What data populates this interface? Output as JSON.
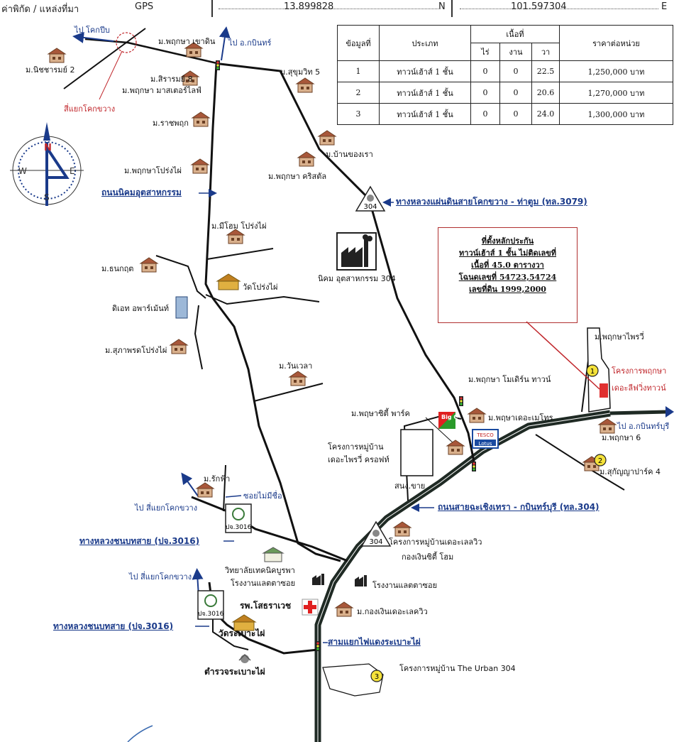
{
  "gps": {
    "label": "ค่าพิกัด / แหล่งที่มา",
    "source": "GPS",
    "lat": "13.899828",
    "lat_dir": "N",
    "lon": "101.597304",
    "lon_dir": "E"
  },
  "compass": {
    "n": "N",
    "s": "S",
    "e": "E",
    "w": "W"
  },
  "table": {
    "headers": {
      "no": "ข้อมูลที่",
      "type": "ประเภท",
      "area": "เนื้อที่",
      "rai": "ไร่",
      "ngan": "งาน",
      "wa": "วา",
      "price": "ราคาต่อหน่วย"
    },
    "rows": [
      {
        "no": "1",
        "type": "ทาวน์เฮ้าส์ 1 ชั้น",
        "rai": "0",
        "ngan": "0",
        "wa": "22.5",
        "price": "1,250,000 บาท"
      },
      {
        "no": "2",
        "type": "ทาวน์เฮ้าส์ 1 ชั้น",
        "rai": "0",
        "ngan": "0",
        "wa": "20.6",
        "price": "1,270,000 บาท"
      },
      {
        "no": "3",
        "type": "ทาวน์เฮ้าส์ 1 ชั้น",
        "rai": "0",
        "ngan": "0",
        "wa": "24.0",
        "price": "1,300,000 บาท"
      }
    ]
  },
  "collateral": {
    "title": "ที่ตั้งหลักประกัน",
    "line1": "ทาวน์เฮ้าส์ 1 ชั้น ไม่ติดเลขที่",
    "line2": "เนื้อที่ 45.0 ตารางวา",
    "line3": "โฉนดเลขที่ 54723,54724",
    "line4": "เลขที่ดิน 1999,2000"
  },
  "roads": {
    "hw3079": "ทางหลวงแผ่นดินสายโคกขวาง - ท่าตูม (ทล.3079)",
    "hw304": "ถนนสายฉะเชิงเทรา - กบินทร์บุรี (ทล.304)",
    "industrial_rd": "ถนนนิคมอุตสาหกรรม",
    "rural3016_a": "ทางหลวงชนบทสาย (ปจ.3016)",
    "rural3016_b": "ทางหลวงชนบทสาย (ปจ.3016)",
    "junction": "สามแยกไฟแดงระเบาะไผ่",
    "shield_304": "304",
    "shield_3016": "ปจ.3016"
  },
  "directions": {
    "to_kokpeep": "ไป โคกปีบ",
    "to_kabin_top": "ไป อ.กบินทร์",
    "to_kabinburi": "ไป อ.กบินทร์บุรี",
    "to_kokkwang1": "ไป สี่แยกโคกขวาง",
    "to_kokkwang2": "ไป สี่แยกโคกขวาง",
    "kokkwang_junction": "สี่แยกโคกขวาง",
    "unnamed_soi": "ซอยไม่มีชื่อ"
  },
  "places": {
    "nichaarom": "ม.นิชชารมย์ 2",
    "khaodin": "ม.พฤกษา เขาดิน",
    "sirarom": "ม.สิรารมย์ 8",
    "masterlife": "ม.พฤกษา มาสเตอร์ไลฟ์",
    "sukhumvit5": "ม.สุขุมวิท 5",
    "ratchapruek": "ม.ราชพฤก",
    "bankongrao": "ม.บ้านของเรา",
    "pongpai": "ม.พฤกษาโปร่งไผ่",
    "crystal": "ม.พฤกษา คริสตัล",
    "mehome": "ม.มีโฮม โปร่งไผ่",
    "industrial_estate": "นิคม อุตสาหกรรม 304",
    "thanakrit": "ม.ธนกฤต",
    "wat_pongpai": "วัดโปร่งไผ่",
    "de_apartment": "ดิเอท อพาร์เม้นท์",
    "supaporn": "ม.สุภาพรดโปร่งไผ่",
    "pruksaprai": "ม.พฤกษาไพรวี่",
    "project_pruksa": "โครงการพฤกษา",
    "project_pruksa2": "เดอะลีฟวิ่งทาวน์",
    "wanwela": "ม.วันเวลา",
    "modern_town": "ม.พฤกษา โมเดิร์น ทาวน์",
    "city_park": "ม.พฤษาซิตี้ พาร์ค",
    "metro": "ม.พฤษาเดอะเมโทร",
    "pruksa6": "ม.พฤกษา 6",
    "supanya": "ม.สุกัญญาปาร์ค 4",
    "the_prairie": "โครงการหมู่บ้าน",
    "the_prairie2": "เดอะไพรวี่ ครอฟท์",
    "sales_office": "สนง.ขาย",
    "rakfa": "ม.รักฟ้า",
    "lake_view": "โครงการหมู่บ้านเดอะเลลวิว",
    "lake_view2": "กองเงินซิตี้ โฮม",
    "technical_college": "วิทยาลัยเทคนิคบูรพา",
    "factory_left": "โรงงานแลตตาซอย",
    "factory_right": "โรงงานแลตตาซอย",
    "hospital": "รพ.โสธราเวช",
    "kongngern": "ม.กองเงินเดอะเลควิว",
    "wat_rabopai": "วัดระเบาะไผ่",
    "police": "ตำรวจระเบาะไผ่",
    "urban304": "โครงการหมู่บ้าน The Urban 304",
    "bigc": "Big C",
    "tesco": "TESCO",
    "lotus": "Lotus"
  },
  "markers": {
    "m1": "1",
    "m2": "2",
    "m3": "3"
  },
  "colors": {
    "road": "#111111",
    "highway": "#1f2a24",
    "blue_text": "#1a3a8a",
    "red": "#c0262b",
    "house": "#b07a55"
  }
}
